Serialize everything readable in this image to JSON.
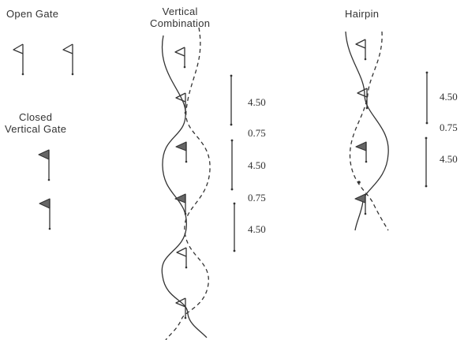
{
  "labels": {
    "open_gate": "Open Gate",
    "closed_gate_line1": "Closed",
    "closed_gate_line2": "Vertical Gate",
    "vertical_combination_line1": "Vertical",
    "vertical_combination_line2": "Combination",
    "hairpin": "Hairpin"
  },
  "vertical_combination_distances": [
    "4.50",
    "0.75",
    "4.50",
    "0.75",
    "4.50"
  ],
  "hairpin_distances": [
    "4.50",
    "0.75",
    "4.50"
  ],
  "colors": {
    "ink": "#333333",
    "flag_fill": "#666666",
    "background": "#ffffff"
  },
  "icons": {
    "open_flag": "open-gate-flag-icon",
    "closed_flag": "closed-gate-flag-icon"
  }
}
